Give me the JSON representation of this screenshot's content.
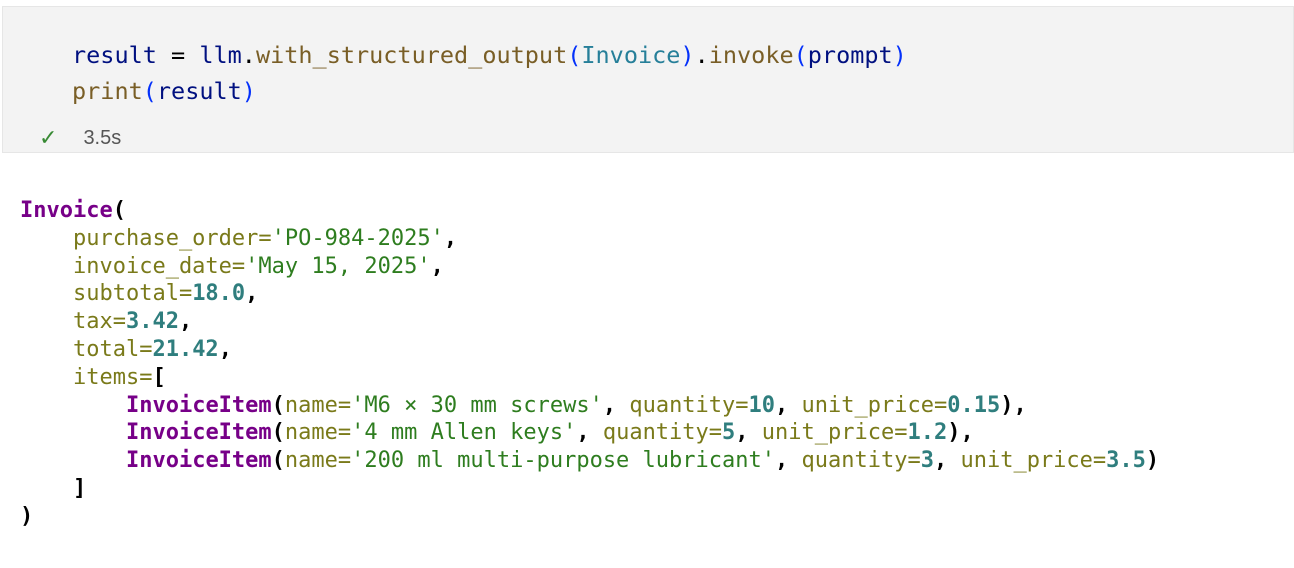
{
  "cell": {
    "code_lines": [
      [
        [
          "result",
          "var"
        ],
        [
          " = ",
          "pl"
        ],
        [
          "llm",
          "var"
        ],
        [
          ".",
          "pl"
        ],
        [
          "with_structured_output",
          "fn"
        ],
        [
          "(",
          "br"
        ],
        [
          "Invoice",
          "cls"
        ],
        [
          ")",
          "br"
        ],
        [
          ".",
          "pl"
        ],
        [
          "invoke",
          "fn"
        ],
        [
          "(",
          "br"
        ],
        [
          "prompt",
          "var"
        ],
        [
          ")",
          "br"
        ]
      ],
      [
        [
          "print",
          "fn"
        ],
        [
          "(",
          "br"
        ],
        [
          "result",
          "var"
        ],
        [
          ")",
          "br"
        ]
      ]
    ],
    "status_icon": "check-icon",
    "duration": "3.5s"
  },
  "output": {
    "lines": [
      [
        [
          "Invoice",
          "cls"
        ],
        [
          "(",
          "pl"
        ]
      ],
      [
        [
          "    purchase_order=",
          "kw"
        ],
        [
          "'PO-984-2025'",
          "str"
        ],
        [
          ",",
          "pl"
        ]
      ],
      [
        [
          "    invoice_date=",
          "kw"
        ],
        [
          "'May 15, 2025'",
          "str"
        ],
        [
          ",",
          "pl"
        ]
      ],
      [
        [
          "    subtotal=",
          "kw"
        ],
        [
          "18.0",
          "num"
        ],
        [
          ",",
          "pl"
        ]
      ],
      [
        [
          "    tax=",
          "kw"
        ],
        [
          "3.42",
          "num"
        ],
        [
          ",",
          "pl"
        ]
      ],
      [
        [
          "    total=",
          "kw"
        ],
        [
          "21.42",
          "num"
        ],
        [
          ",",
          "pl"
        ]
      ],
      [
        [
          "    items=",
          "kw"
        ],
        [
          "[",
          "pl"
        ]
      ],
      [
        [
          "        ",
          "pl"
        ],
        [
          "InvoiceItem",
          "cls"
        ],
        [
          "(",
          "pl"
        ],
        [
          "name=",
          "kw"
        ],
        [
          "'M6 × 30 mm screws'",
          "str"
        ],
        [
          ", ",
          "pl"
        ],
        [
          "quantity=",
          "kw"
        ],
        [
          "10",
          "num"
        ],
        [
          ", ",
          "pl"
        ],
        [
          "unit_price=",
          "kw"
        ],
        [
          "0.15",
          "num"
        ],
        [
          "),",
          "pl"
        ]
      ],
      [
        [
          "        ",
          "pl"
        ],
        [
          "InvoiceItem",
          "cls"
        ],
        [
          "(",
          "pl"
        ],
        [
          "name=",
          "kw"
        ],
        [
          "'4 mm Allen keys'",
          "str"
        ],
        [
          ", ",
          "pl"
        ],
        [
          "quantity=",
          "kw"
        ],
        [
          "5",
          "num"
        ],
        [
          ", ",
          "pl"
        ],
        [
          "unit_price=",
          "kw"
        ],
        [
          "1.2",
          "num"
        ],
        [
          "),",
          "pl"
        ]
      ],
      [
        [
          "        ",
          "pl"
        ],
        [
          "InvoiceItem",
          "cls"
        ],
        [
          "(",
          "pl"
        ],
        [
          "name=",
          "kw"
        ],
        [
          "'200 ml multi-purpose lubricant'",
          "str"
        ],
        [
          ", ",
          "pl"
        ],
        [
          "quantity=",
          "kw"
        ],
        [
          "3",
          "num"
        ],
        [
          ", ",
          "pl"
        ],
        [
          "unit_price=",
          "kw"
        ],
        [
          "3.5",
          "num"
        ],
        [
          ")",
          "pl"
        ]
      ],
      [
        [
          "    ]",
          "pl"
        ]
      ],
      [
        [
          ")",
          "pl"
        ]
      ]
    ]
  }
}
